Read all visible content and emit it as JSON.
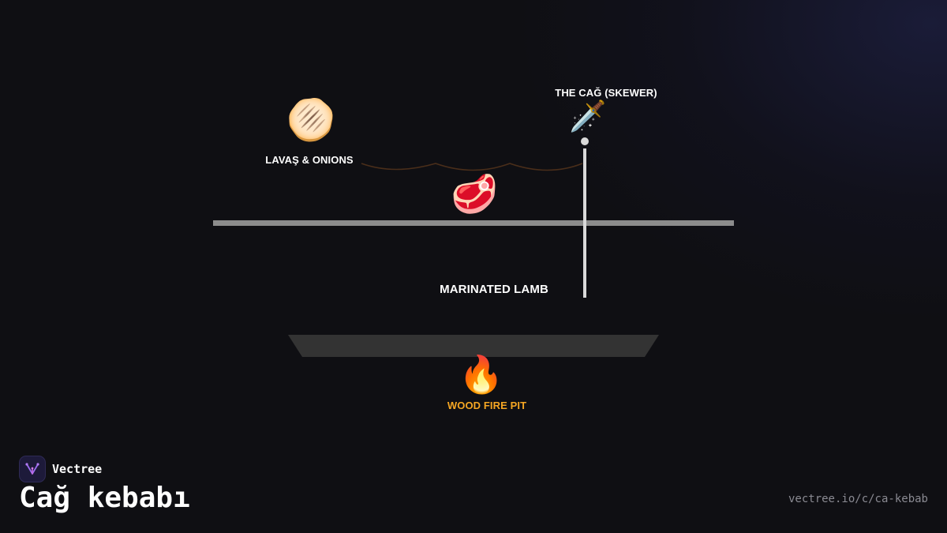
{
  "diagram": {
    "nodes": {
      "skewer": {
        "label": "THE CAĞ (SKEWER)",
        "icon": "dagger-icon",
        "glyph": "🗡️"
      },
      "lavas": {
        "label": "LAVAŞ & ONIONS",
        "icon": "flatbread-icon",
        "glyph": "🫓"
      },
      "lamb": {
        "label": "MARINATED LAMB",
        "icon": "meat-icon",
        "glyph": "🥩"
      },
      "fire": {
        "label": "WOOD FIRE PIT",
        "icon": "fire-icon",
        "glyph": "🔥"
      }
    },
    "colors": {
      "background": "#0f0f13",
      "rail": "#8c8c8c",
      "skewer_rod": "#d9d9d9",
      "pit": "#333333",
      "fire_label": "#f5a623",
      "connector": "#4a2e1a"
    }
  },
  "brand": {
    "name": "Vectree",
    "logo_icon": "vectree-logo-icon"
  },
  "page": {
    "title": "Cağ kebabı",
    "url": "vectree.io/c/ca-kebab"
  }
}
